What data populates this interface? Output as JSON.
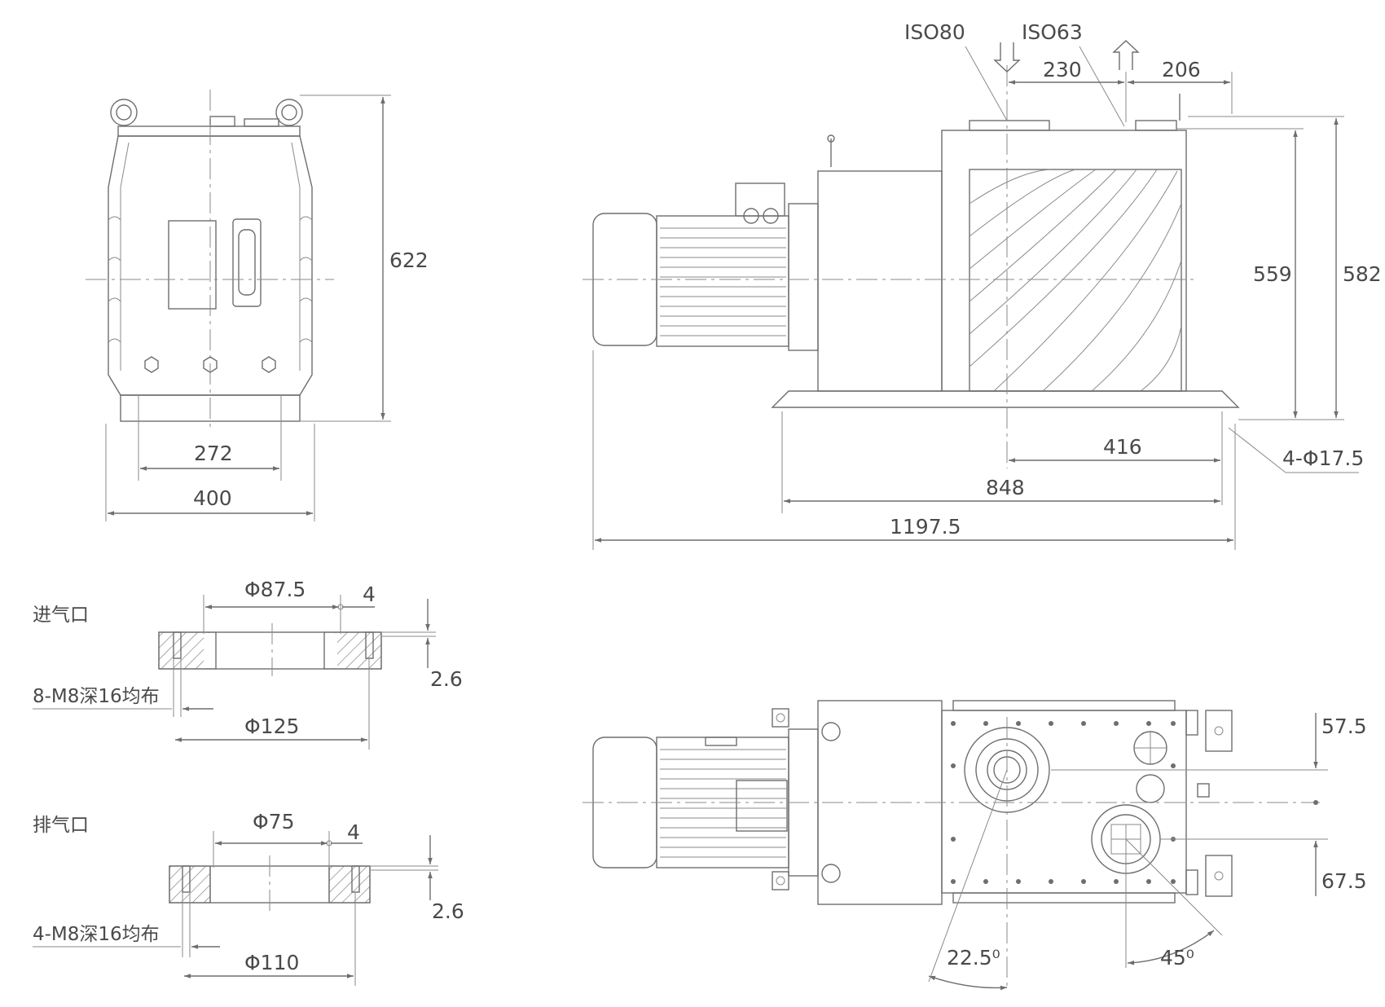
{
  "front_view": {
    "height": "622",
    "inner_width": "272",
    "outer_width": "400"
  },
  "side_view": {
    "inlet_label": "ISO80",
    "outlet_label": "ISO63",
    "dim_230": "230",
    "dim_206": "206",
    "dim_559": "559",
    "dim_582": "582",
    "dim_416": "416",
    "holes": "4-Φ17.5",
    "dim_848": "848",
    "total_length": "1197.5"
  },
  "inlet_flange": {
    "title": "进气口",
    "diameter": "Φ87.5",
    "step": "4",
    "depth": "2.6",
    "threads": "8-M8深16均布",
    "bolt_circle": "Φ125"
  },
  "outlet_flange": {
    "title": "排气口",
    "diameter": "Φ75",
    "step": "4",
    "depth": "2.6",
    "threads": "4-M8深16均布",
    "bolt_circle": "Φ110"
  },
  "top_view": {
    "offset_top": "57.5",
    "offset_bottom": "67.5",
    "angle_inlet": "22.5⁰",
    "angle_outlet": "45⁰"
  }
}
